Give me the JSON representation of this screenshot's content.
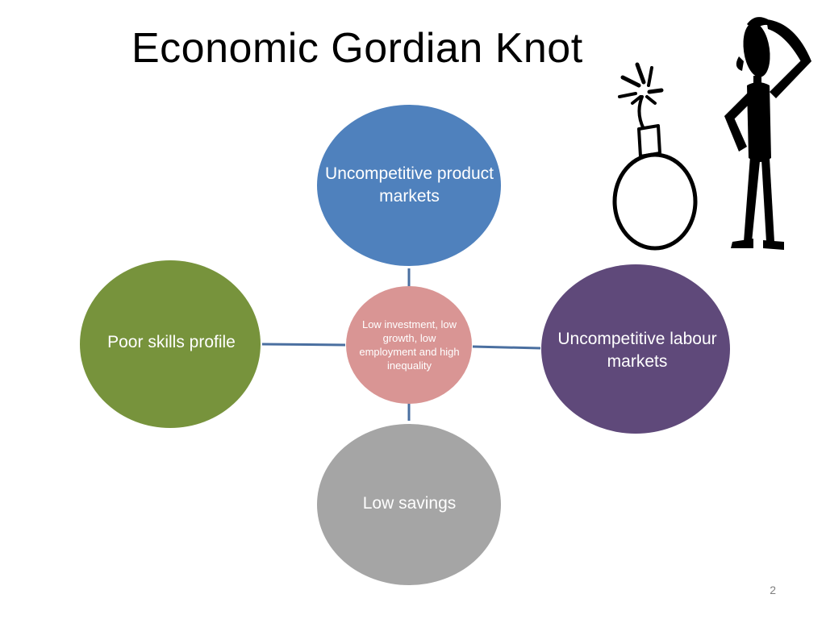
{
  "slide": {
    "title": "Economic Gordian Knot",
    "page_number": "2"
  },
  "diagram": {
    "center": {
      "label": "Low investment, low growth, low employment and high inequality",
      "color": "#d99594"
    },
    "top": {
      "label": "Uncompetitive product markets",
      "color": "#4f81bd"
    },
    "left": {
      "label": "Poor skills profile",
      "color": "#77933c"
    },
    "right": {
      "label": "Uncompetitive labour markets",
      "color": "#5f497a"
    },
    "bottom": {
      "label": "Low savings",
      "color": "#a5a5a5"
    },
    "connector_color": "#4a6fa0"
  },
  "clipart": {
    "bomb": "bomb-icon",
    "figure": "confused-person-icon"
  }
}
